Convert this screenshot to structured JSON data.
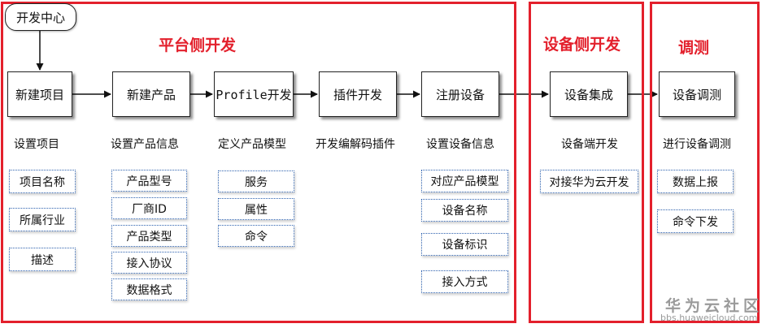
{
  "start_node": "开发中心",
  "regions": {
    "platform": {
      "title": "平台侧开发"
    },
    "device": {
      "title": "设备侧开发"
    },
    "debug": {
      "title": "调测"
    }
  },
  "steps": [
    {
      "label": "新建项目",
      "subtitle": "设置项目",
      "items": [
        "项目名称",
        "所属行业",
        "描述"
      ]
    },
    {
      "label": "新建产品",
      "subtitle": "设置产品信息",
      "items": [
        "产品型号",
        "厂商ID",
        "产品类型",
        "接入协议",
        "数据格式"
      ]
    },
    {
      "label": "Profile开发",
      "subtitle": "定义产品模型",
      "items": [
        "服务",
        "属性",
        "命令"
      ]
    },
    {
      "label": "插件开发",
      "subtitle": "开发编解码插件",
      "items": []
    },
    {
      "label": "注册设备",
      "subtitle": "设置设备信息",
      "items": [
        "对应产品模型",
        "设备名称",
        "设备标识",
        "接入方式"
      ]
    },
    {
      "label": "设备集成",
      "subtitle": "设备端开发",
      "items": [
        "对接华为云开发"
      ]
    },
    {
      "label": "设备调测",
      "subtitle": "进行设备调测",
      "items": [
        "数据上报",
        "命令下发"
      ]
    }
  ],
  "watermark": {
    "name": "华为云社区",
    "url": "bbs.huaweicloud.com"
  }
}
